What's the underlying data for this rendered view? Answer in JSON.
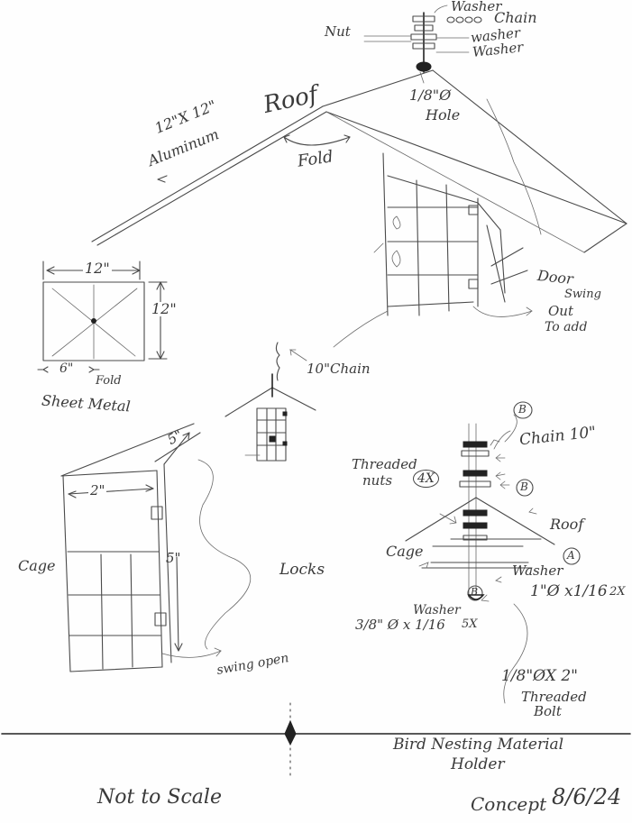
{
  "roof_sketch": {
    "label_roof": "Roof",
    "label_material_size": "12\"X 12\"",
    "label_material": "Aluminum",
    "label_fold": "Fold",
    "label_hole": "1/8\"Ø",
    "label_hole_2": "Hole",
    "label_door": "Door",
    "label_swing": "Swing",
    "label_out": "Out",
    "label_to_add": "To add",
    "top_hardware": {
      "washer_top": "Washer",
      "chain": "Chain",
      "nut": "Nut",
      "washer_mid": "washer",
      "washer_low": "Washer"
    }
  },
  "sheet_metal": {
    "dim_width": "12\"",
    "dim_height": "12\"",
    "dim_half": "6\"",
    "fold_label": "Fold",
    "title": "Sheet Metal"
  },
  "small_assembly": {
    "chain_label": "10\"Chain"
  },
  "cage": {
    "label": "Cage",
    "dim_depth": "5\"",
    "dim_width": "2\"",
    "dim_height": "5\"",
    "locks_label": "Locks",
    "swing_label": "swing open"
  },
  "exploded": {
    "marker_b_top": "B",
    "chain_label": "Chain 10\"",
    "threaded_nuts": "Threaded",
    "threaded_nuts_2": "nuts",
    "nuts_count": "4X",
    "marker_b_mid": "B",
    "roof_label": "Roof",
    "marker_a": "A",
    "cage_label": "Cage",
    "washer_a_label": "Washer",
    "washer_a_spec": "1\"Ø x1/16",
    "washer_a_count": "2X",
    "washer_b_label": "Washer",
    "washer_b_marker": "B",
    "washer_b_spec": "3/8\" Ø x 1/16",
    "washer_b_count": "5X",
    "bolt_spec": "1/8\"ØX 2\"",
    "bolt_label": "Threaded",
    "bolt_label_2": "Bolt"
  },
  "footer": {
    "title_line_1": "Bird Nesting Material",
    "title_line_2": "Holder",
    "note": "Not to Scale",
    "concept": "Concept",
    "date": "8/6/24"
  }
}
